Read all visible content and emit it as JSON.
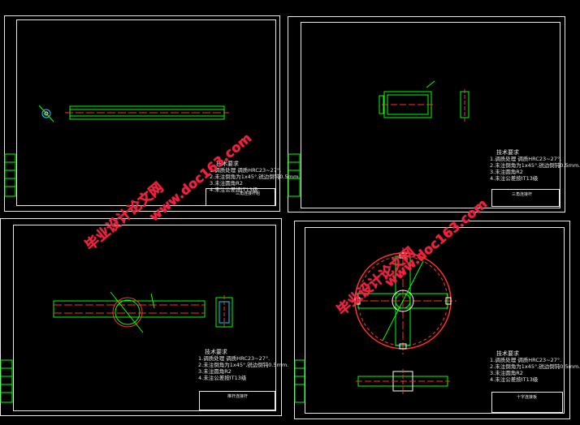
{
  "drawings": [
    {
      "tech_title": "技术要求",
      "tech_items": [
        "1.调质处理  调质HRC23~27°.",
        "2.未注倒角为1x45°,锐边倒钝0.5mm.",
        "3.未注圆角R2",
        "4.未注公差按IT13级"
      ],
      "tb_name": "三角连接杆组"
    },
    {
      "tech_title": "技术要求",
      "tech_items": [
        "1.调质处理  调质HRC23~27°.",
        "2.未注倒角为1x45°,锐边倒钝0.5mm.",
        "3.未注圆角R2",
        "4.未注公差按IT13级"
      ],
      "tb_name": "三角连接杆"
    },
    {
      "tech_title": "技术要求",
      "tech_items": [
        "1.调质处理  调质HRC23~27°.",
        "2.未注倒角为1x45°,锐边倒钝0.5mm.",
        "3.未注圆角R2",
        "4.未注公差按IT13级"
      ],
      "tb_name": "推杆连接杆"
    },
    {
      "tech_title": "技术要求",
      "tech_items": [
        "1.调质处理  调质HRC23~27°.",
        "2.未注倒角为1x45°,锐边倒钝0.5mm.",
        "3.未注圆角R2",
        "4.未注公差按IT13级"
      ],
      "tb_name": "十字连接板"
    }
  ],
  "watermarks": [
    {
      "cn": "毕业设计论文网",
      "url": "www.doc163.com"
    },
    {
      "cn": "毕业设计论文网",
      "url": "www.doc163.com"
    }
  ],
  "colors": {
    "frame": "#e8e8e8",
    "part": "#00ff00",
    "centerline": "#ff3030",
    "watermark": "#ff1a3c",
    "cyan": "#00d8ff"
  }
}
